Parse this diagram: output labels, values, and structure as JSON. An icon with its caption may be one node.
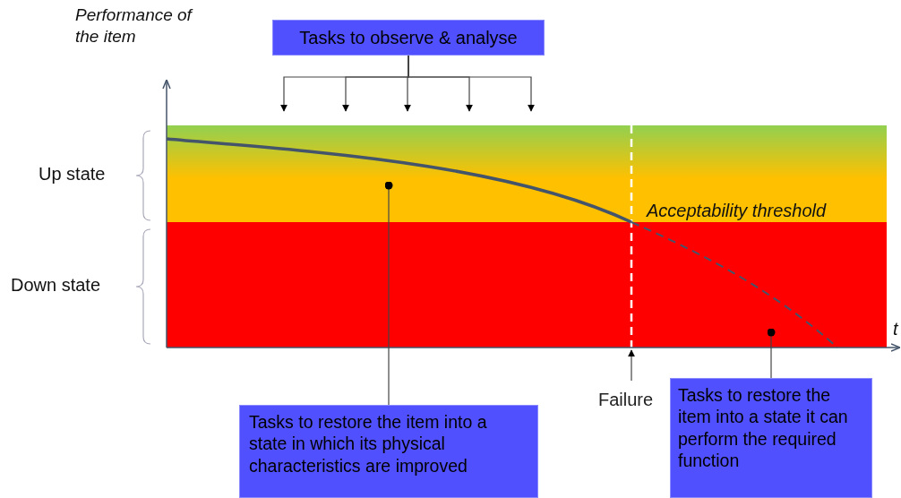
{
  "diagram": {
    "nodes": [
      {
        "text": [
          "Tasks to observe & analyse"
        ]
      },
      {
        "text": [
          "Tasks to restore the item into a state in which its physical characteristics are improved"
        ]
      },
      {
        "text": [
          "Tasks to restore the item into a state it can perform the required function"
        ]
      },
      {
        "text": [
          "Failure"
        ]
      }
    ],
    "edges": [
      {
        "from": 0,
        "to": null,
        "arrow": "to"
      },
      {
        "from": 0,
        "to": null,
        "arrow": "to"
      },
      {
        "from": 0,
        "to": null,
        "arrow": "to"
      },
      {
        "from": 0,
        "to": null,
        "arrow": "to"
      },
      {
        "from": 0,
        "to": null,
        "arrow": "to"
      },
      {
        "from": 1,
        "to": null,
        "arrow": "other"
      },
      {
        "from": 2,
        "to": null,
        "arrow": "other"
      },
      {
        "from": 3,
        "to": null,
        "arrow": "to"
      }
    ],
    "labels": [
      "Performance of the item",
      "Up state",
      "Down state",
      "Acceptability threshold",
      "t"
    ]
  }
}
